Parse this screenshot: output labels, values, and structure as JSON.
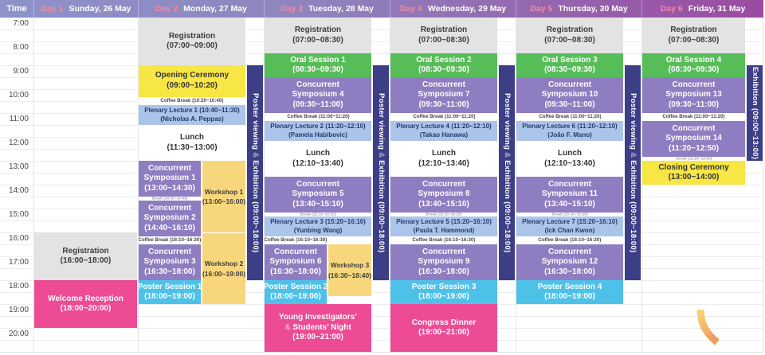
{
  "header": {
    "time_label": "Time",
    "days": [
      {
        "num": "Day 1",
        "name": "Sunday, 26 May"
      },
      {
        "num": "Day 2",
        "name": "Monday, 27 May"
      },
      {
        "num": "Day 3",
        "name": "Tuesday, 28 May"
      },
      {
        "num": "Day 4",
        "name": "Wednesday, 29 May"
      },
      {
        "num": "Day 5",
        "name": "Thursday, 30 May"
      },
      {
        "num": "Day 6",
        "name": "Friday, 31 May"
      }
    ]
  },
  "time_labels": [
    "7:00",
    "8:00",
    "9:00",
    "10:00",
    "11:00",
    "12:00",
    "13:00",
    "14:00",
    "15:00",
    "16:00",
    "17:00",
    "18:00",
    "19:00",
    "20:00"
  ],
  "colors": {
    "header_left": "#8d93c9",
    "header_right": "#9a4ba0",
    "day_num_pink": "#f5899f",
    "registration_gray": "#e3e3e3",
    "oral_green": "#57bd59",
    "symposium_purple": "#8e7dc0",
    "plenary_blue": "#aac5e9",
    "ceremony_yellow": "#f8e644",
    "workshop_yellow": "#f8d77c",
    "poster_cyan": "#4ec1e9",
    "social_pink": "#ed4b93",
    "bar_navy": "#3c3e86",
    "swoosh_start": "#f8d375",
    "swoosh_end": "#ee9c60"
  },
  "schedule": {
    "days": [
      {
        "blocks": [
          {
            "name": "registration",
            "type": "registration",
            "lane": "full",
            "from": 16,
            "to": 18,
            "lines": [
              "Registration",
              "(16:00~18:00)"
            ]
          },
          {
            "name": "welcome-reception",
            "type": "social",
            "lane": "full",
            "from": 18,
            "to": 20,
            "lines": [
              "Welcome Reception",
              "(18:00~20:00)"
            ]
          }
        ]
      },
      {
        "blocks": [
          {
            "name": "registration",
            "type": "registration",
            "lane": "full",
            "from": 7,
            "to": 9,
            "lines": [
              "Registration",
              "(07:00~09:00)"
            ]
          },
          {
            "name": "opening-ceremony",
            "type": "ceremony",
            "lane": "full",
            "from": 9,
            "to": 10.3333,
            "lines": [
              "Opening Ceremony",
              "(09:00~10:20)"
            ]
          },
          {
            "name": "coffee-break",
            "type": "coffee",
            "lane": "full",
            "from": 10.3333,
            "to": 10.6667,
            "lines": [
              "Coffee Break (10:20~10:40)"
            ]
          },
          {
            "name": "plenary-lecture-1",
            "type": "plenary",
            "lane": "full",
            "from": 10.6667,
            "to": 11.5,
            "lines": [
              "Plenary Lecture 1 (10:40~11:30)",
              "(Nicholas A. Peppas)"
            ]
          },
          {
            "name": "lunch",
            "type": "lunch",
            "lane": "full",
            "from": 11.5,
            "to": 13,
            "lines": [
              "Lunch",
              "(11:30~13:00)"
            ]
          },
          {
            "name": "concurrent-symposium-1",
            "type": "symposium",
            "lane": "left",
            "from": 13,
            "to": 14.5,
            "lines": [
              "Concurrent",
              "Symposium 1",
              "(13:00~14:30)"
            ]
          },
          {
            "name": "break",
            "type": "tiny",
            "lane": "left",
            "from": 14.5,
            "to": 14.6667,
            "lines": [
              "Break (14:30~14:40)"
            ]
          },
          {
            "name": "concurrent-symposium-2",
            "type": "symposium",
            "lane": "left",
            "from": 14.6667,
            "to": 16.1667,
            "lines": [
              "Concurrent",
              "Symposium 2",
              "(14:40~16:10)"
            ]
          },
          {
            "name": "coffee-break",
            "type": "coffee",
            "lane": "left",
            "from": 16.1667,
            "to": 16.5,
            "lines": [
              "Coffee Break (16:10~16:30)"
            ]
          },
          {
            "name": "concurrent-symposium-3",
            "type": "symposium",
            "lane": "left",
            "from": 16.5,
            "to": 18,
            "lines": [
              "Concurrent",
              "Symposium 3",
              "(16:30~18:00)"
            ]
          },
          {
            "name": "poster-session-1",
            "type": "poster",
            "lane": "left",
            "from": 18,
            "to": 19,
            "lines": [
              "Poster Session 1",
              "(18:00~19:00)"
            ]
          },
          {
            "name": "workshop-1",
            "type": "workshop",
            "lane": "right",
            "from": 13,
            "to": 16,
            "lines": [
              "Workshop 1",
              "(13:00~16:00)"
            ]
          },
          {
            "name": "workshop-2",
            "type": "workshop sep",
            "lane": "right",
            "from": 16,
            "to": 19,
            "lines": [
              "Workshop 2",
              "(16:00~19:00)"
            ]
          }
        ],
        "bar": {
          "name": "poster-viewing-exhibition-bar",
          "from": 9,
          "to": 18,
          "text": "Poster viewing & Exhibition (09:00~18:00)"
        }
      },
      {
        "blocks": [
          {
            "name": "registration",
            "type": "registration",
            "lane": "full",
            "from": 7,
            "to": 8.5,
            "lines": [
              "Registration",
              "(07:00~08:30)"
            ]
          },
          {
            "name": "oral-session-1",
            "type": "oral",
            "lane": "full",
            "from": 8.5,
            "to": 9.5,
            "lines": [
              "Oral Session 1",
              "(08:30~09:30)"
            ]
          },
          {
            "name": "concurrent-symposium-4",
            "type": "symposium",
            "lane": "full",
            "from": 9.5,
            "to": 11,
            "lines": [
              "Concurrent",
              "Symposium 4",
              "(09:30~11:00)"
            ]
          },
          {
            "name": "coffee-break",
            "type": "coffee",
            "lane": "full",
            "from": 11,
            "to": 11.3333,
            "lines": [
              "Coffee Break (11:00~11:20)"
            ]
          },
          {
            "name": "plenary-lecture-2",
            "type": "plenary",
            "lane": "full",
            "from": 11.3333,
            "to": 12.1667,
            "lines": [
              "Plenary Lecture 2 (11:20~12:10)",
              "(Pamela Habibovic)"
            ]
          },
          {
            "name": "lunch",
            "type": "lunch",
            "lane": "full",
            "from": 12.1667,
            "to": 13.6667,
            "lines": [
              "Lunch",
              "(12:10~13:40)"
            ]
          },
          {
            "name": "concurrent-symposium-5",
            "type": "symposium",
            "lane": "full",
            "from": 13.6667,
            "to": 15.1667,
            "lines": [
              "Concurrent",
              "Symposium 5",
              "(13:40~15:10)"
            ]
          },
          {
            "name": "break",
            "type": "tiny",
            "lane": "full",
            "from": 15.1667,
            "to": 15.3333,
            "lines": [
              "Break (15:10~15:20)"
            ]
          },
          {
            "name": "plenary-lecture-3",
            "type": "plenary",
            "lane": "full",
            "from": 15.3333,
            "to": 16.1667,
            "lines": [
              "Plenary Lecture 3 (15:20~16:10)",
              "(Yunbing Wang)"
            ]
          },
          {
            "name": "coffee-break",
            "type": "coffee",
            "lane": "left",
            "from": 16.1667,
            "to": 16.5,
            "lines": [
              "Coffee Break (16:10~16:30)"
            ]
          },
          {
            "name": "concurrent-symposium-6",
            "type": "symposium",
            "lane": "left",
            "from": 16.5,
            "to": 18,
            "lines": [
              "Concurrent",
              "Symposium 6",
              "(16:30~18:00)"
            ]
          },
          {
            "name": "workshop-3",
            "type": "workshop",
            "lane": "right",
            "from": 16.5,
            "to": 18.6667,
            "lines": [
              "Workshop 3",
              "(16:30~18:40)"
            ]
          },
          {
            "name": "poster-session-2",
            "type": "poster",
            "lane": "left",
            "from": 18,
            "to": 19,
            "lines": [
              "Poster Session 2",
              "(18:00~19:00)"
            ]
          },
          {
            "name": "young-investigators-students-night",
            "type": "social",
            "lane": "full",
            "from": 19,
            "to": 21,
            "lines": [
              "Young Investigators’",
              "& Students’ Night",
              "(19:00~21:00)"
            ]
          }
        ],
        "bar": {
          "name": "poster-viewing-exhibition-bar",
          "from": 9,
          "to": 18,
          "text": "Poster viewing & Exhibition (09:00~18:00)"
        }
      },
      {
        "blocks": [
          {
            "name": "registration",
            "type": "registration",
            "lane": "full",
            "from": 7,
            "to": 8.5,
            "lines": [
              "Registration",
              "(07:00~08:30)"
            ]
          },
          {
            "name": "oral-session-2",
            "type": "oral",
            "lane": "full",
            "from": 8.5,
            "to": 9.5,
            "lines": [
              "Oral Session 2",
              "(08:30~09:30)"
            ]
          },
          {
            "name": "concurrent-symposium-7",
            "type": "symposium",
            "lane": "full",
            "from": 9.5,
            "to": 11,
            "lines": [
              "Concurrent",
              "Symposium 7",
              "(09:30~11:00)"
            ]
          },
          {
            "name": "coffee-break",
            "type": "coffee",
            "lane": "full",
            "from": 11,
            "to": 11.3333,
            "lines": [
              "Coffee Break (11:00~11:20)"
            ]
          },
          {
            "name": "plenary-lecture-4",
            "type": "plenary",
            "lane": "full",
            "from": 11.3333,
            "to": 12.1667,
            "lines": [
              "Plenary Lecture 4 (11:20~12:10)",
              "(Takao Hanawa)"
            ]
          },
          {
            "name": "lunch",
            "type": "lunch",
            "lane": "full",
            "from": 12.1667,
            "to": 13.6667,
            "lines": [
              "Lunch",
              "(12:10~13:40)"
            ]
          },
          {
            "name": "concurrent-symposium-8",
            "type": "symposium",
            "lane": "full",
            "from": 13.6667,
            "to": 15.1667,
            "lines": [
              "Concurrent",
              "Symposium 8",
              "(13:40~15:10)"
            ]
          },
          {
            "name": "break",
            "type": "tiny",
            "lane": "full",
            "from": 15.1667,
            "to": 15.3333,
            "lines": [
              "Break (15:10~15:20)"
            ]
          },
          {
            "name": "plenary-lecture-5",
            "type": "plenary",
            "lane": "full",
            "from": 15.3333,
            "to": 16.1667,
            "lines": [
              "Plenary Lecture 5 (15:20~16:10)",
              "(Paula T. Hammond)"
            ]
          },
          {
            "name": "coffee-break",
            "type": "coffee",
            "lane": "full",
            "from": 16.1667,
            "to": 16.5,
            "lines": [
              "Coffee Break (16:10~16:30)"
            ]
          },
          {
            "name": "concurrent-symposium-9",
            "type": "symposium",
            "lane": "full",
            "from": 16.5,
            "to": 18,
            "lines": [
              "Concurrent",
              "Symposium 9",
              "(16:30~18:00)"
            ]
          },
          {
            "name": "poster-session-3",
            "type": "poster",
            "lane": "full",
            "from": 18,
            "to": 19,
            "lines": [
              "Poster Session 3",
              "(18:00~19:00)"
            ]
          },
          {
            "name": "congress-dinner",
            "type": "social",
            "lane": "full",
            "from": 19,
            "to": 21,
            "lines": [
              "Congress Dinner",
              "(19:00~21:00)"
            ]
          }
        ],
        "bar": {
          "name": "poster-viewing-exhibition-bar",
          "from": 9,
          "to": 18,
          "text": "Poster viewing & Exhibition (09:00~18:00)"
        }
      },
      {
        "blocks": [
          {
            "name": "registration",
            "type": "registration",
            "lane": "full",
            "from": 7,
            "to": 8.5,
            "lines": [
              "Registration",
              "(07:00~08:30)"
            ]
          },
          {
            "name": "oral-session-3",
            "type": "oral",
            "lane": "full",
            "from": 8.5,
            "to": 9.5,
            "lines": [
              "Oral Session 3",
              "(08:30~09:30)"
            ]
          },
          {
            "name": "concurrent-symposium-10",
            "type": "symposium",
            "lane": "full",
            "from": 9.5,
            "to": 11,
            "lines": [
              "Concurrent",
              "Symposium 10",
              "(09:30~11:00)"
            ]
          },
          {
            "name": "coffee-break",
            "type": "coffee",
            "lane": "full",
            "from": 11,
            "to": 11.3333,
            "lines": [
              "Coffee Break (11:00~11:20)"
            ]
          },
          {
            "name": "plenary-lecture-6",
            "type": "plenary",
            "lane": "full",
            "from": 11.3333,
            "to": 12.1667,
            "lines": [
              "Plenary Lecture 6 (11:20~12:10)",
              "(João F. Mano)"
            ]
          },
          {
            "name": "lunch",
            "type": "lunch",
            "lane": "full",
            "from": 12.1667,
            "to": 13.6667,
            "lines": [
              "Lunch",
              "(12:10~13:40)"
            ]
          },
          {
            "name": "concurrent-symposium-11",
            "type": "symposium",
            "lane": "full",
            "from": 13.6667,
            "to": 15.1667,
            "lines": [
              "Concurrent",
              "Symposium 11",
              "(13:40~15:10)"
            ]
          },
          {
            "name": "break",
            "type": "tiny",
            "lane": "full",
            "from": 15.1667,
            "to": 15.3333,
            "lines": [
              "Break (15:10~15:20)"
            ]
          },
          {
            "name": "plenary-lecture-7",
            "type": "plenary",
            "lane": "full",
            "from": 15.3333,
            "to": 16.1667,
            "lines": [
              "Plenary Lecture 7 (15:20~16:10)",
              "(Ick Chan Kwon)"
            ]
          },
          {
            "name": "coffee-break",
            "type": "coffee",
            "lane": "full",
            "from": 16.1667,
            "to": 16.5,
            "lines": [
              "Coffee Break (16:10~16:30)"
            ]
          },
          {
            "name": "concurrent-symposium-12",
            "type": "symposium",
            "lane": "full",
            "from": 16.5,
            "to": 18,
            "lines": [
              "Concurrent",
              "Symposium 12",
              "(16:30~18:00)"
            ]
          },
          {
            "name": "poster-session-4",
            "type": "poster",
            "lane": "full",
            "from": 18,
            "to": 19,
            "lines": [
              "Poster Session 4",
              "(18:00~19:00)"
            ]
          }
        ],
        "bar": {
          "name": "poster-viewing-exhibition-bar",
          "from": 9,
          "to": 18,
          "text": "Poster viewing & Exhibition (09:00~18:00)"
        }
      },
      {
        "blocks": [
          {
            "name": "registration",
            "type": "registration",
            "lane": "full",
            "from": 7,
            "to": 8.5,
            "lines": [
              "Registration",
              "(07:00~08:30)"
            ]
          },
          {
            "name": "oral-session-4",
            "type": "oral",
            "lane": "full",
            "from": 8.5,
            "to": 9.5,
            "lines": [
              "Oral Session 4",
              "(08:30~09:30)"
            ]
          },
          {
            "name": "concurrent-symposium-13",
            "type": "symposium",
            "lane": "full",
            "from": 9.5,
            "to": 11,
            "lines": [
              "Concurrent",
              "Symposium 13",
              "(09:30~11:00)"
            ]
          },
          {
            "name": "coffee-break",
            "type": "coffee",
            "lane": "full",
            "from": 11,
            "to": 11.3333,
            "lines": [
              "Coffee Break (11:00~11:20)"
            ]
          },
          {
            "name": "concurrent-symposium-14",
            "type": "symposium",
            "lane": "full",
            "from": 11.3333,
            "to": 12.8333,
            "lines": [
              "Concurrent",
              "Symposium 14",
              "(11:20~12:50)"
            ]
          },
          {
            "name": "break",
            "type": "tiny",
            "lane": "full",
            "from": 12.8333,
            "to": 13,
            "lines": [
              "Break (12:50~13:00)"
            ]
          },
          {
            "name": "closing-ceremony",
            "type": "ceremony",
            "lane": "full",
            "from": 13,
            "to": 14,
            "lines": [
              "Closing Ceremony",
              "(13:00~14:00)"
            ]
          }
        ],
        "bar": {
          "name": "exhibition-bar",
          "from": 9,
          "to": 13,
          "text": "Exhibition (09:00~13:00)"
        }
      }
    ]
  }
}
